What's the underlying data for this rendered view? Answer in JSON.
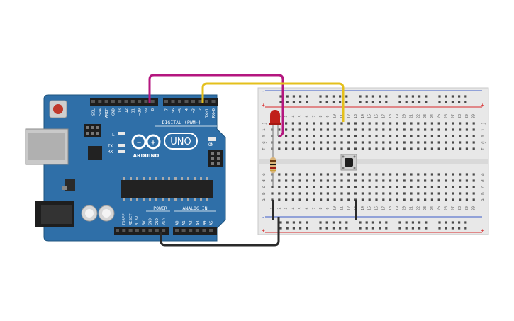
{
  "arduino": {
    "brand": "ARDUINO",
    "model": "UNO",
    "digital_label": "DIGITAL (PWM~)",
    "power_label": "POWER",
    "analog_label": "ANALOG IN",
    "on_label": "ON",
    "tx_label": "TX",
    "rx_label": "RX",
    "l_label": "L",
    "top_header_labels": [
      "SCL",
      "SDA",
      "AREF",
      "GND",
      "13",
      "12",
      "~11",
      "~10",
      "~9",
      "8",
      "7",
      "~6",
      "~5",
      "4",
      "~3",
      "2",
      "TX→1",
      "RX←0"
    ],
    "power_pin_labels": [
      "IOREF",
      "RESET",
      "3.3V",
      "5V",
      "GND",
      "GND",
      "Vin"
    ],
    "analog_pin_labels": [
      "A0",
      "A1",
      "A2",
      "A3",
      "A4",
      "A5"
    ]
  },
  "breadboard": {
    "column_numbers": [
      "1",
      "2",
      "3",
      "4",
      "5",
      "6",
      "7",
      "8",
      "9",
      "10",
      "11",
      "12",
      "13",
      "14",
      "15",
      "16",
      "17",
      "18",
      "19",
      "20",
      "21",
      "22",
      "23",
      "24",
      "25",
      "26",
      "27",
      "28",
      "29",
      "30"
    ],
    "top_row_letters": [
      "j",
      "i",
      "h",
      "g",
      "f"
    ],
    "bottom_row_letters": [
      "e",
      "d",
      "c",
      "b",
      "a"
    ],
    "rail_plus": "+",
    "rail_minus": "-"
  },
  "colors": {
    "board": "#2f6fa8",
    "breadboard": "#e8e8e8",
    "wire_magenta": "#b4167f",
    "wire_yellow": "#e4c01c",
    "wire_black": "#2a2a2a",
    "led": "#c0201a",
    "rail_red": "#d8282a",
    "rail_blue": "#3c5cc8"
  }
}
